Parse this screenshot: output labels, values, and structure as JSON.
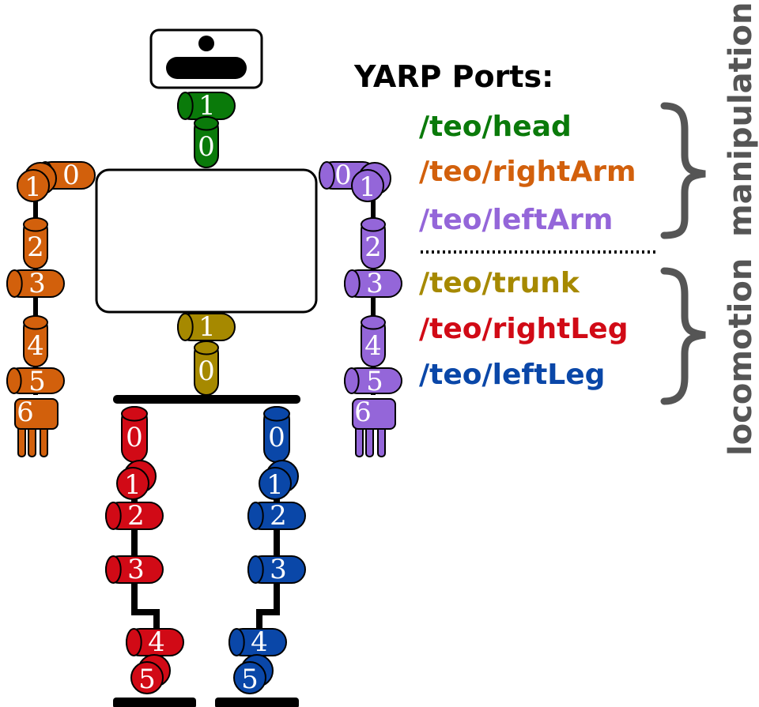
{
  "title": "YARP Ports:",
  "ports": [
    {
      "label": "/teo/head",
      "color": "#0a7a0a"
    },
    {
      "label": "/teo/rightArm",
      "color": "#d2600c"
    },
    {
      "label": "/teo/leftArm",
      "color": "#9466d9"
    },
    {
      "label": "/teo/trunk",
      "color": "#a68900"
    },
    {
      "label": "/teo/rightLeg",
      "color": "#d10a16"
    },
    {
      "label": "/teo/leftLeg",
      "color": "#0a47a8"
    }
  ],
  "groups": {
    "upper": "manipulation",
    "lower": "locomotion"
  },
  "joints": {
    "head": [
      "1",
      "0"
    ],
    "rightArm": [
      "0",
      "1",
      "2",
      "3",
      "4",
      "5",
      "6"
    ],
    "leftArm": [
      "0",
      "1",
      "2",
      "3",
      "4",
      "5",
      "6"
    ],
    "trunk": [
      "1",
      "0"
    ],
    "rightLeg": [
      "0",
      "1",
      "2",
      "3",
      "4",
      "5"
    ],
    "leftLeg": [
      "0",
      "1",
      "2",
      "3",
      "4",
      "5"
    ]
  },
  "colors": {
    "head": "#0a7a0a",
    "rightArm": "#d2600c",
    "leftArm": "#9466d9",
    "trunk": "#a68900",
    "rightLeg": "#d10a16",
    "leftLeg": "#0a47a8",
    "brace": "#555555"
  }
}
